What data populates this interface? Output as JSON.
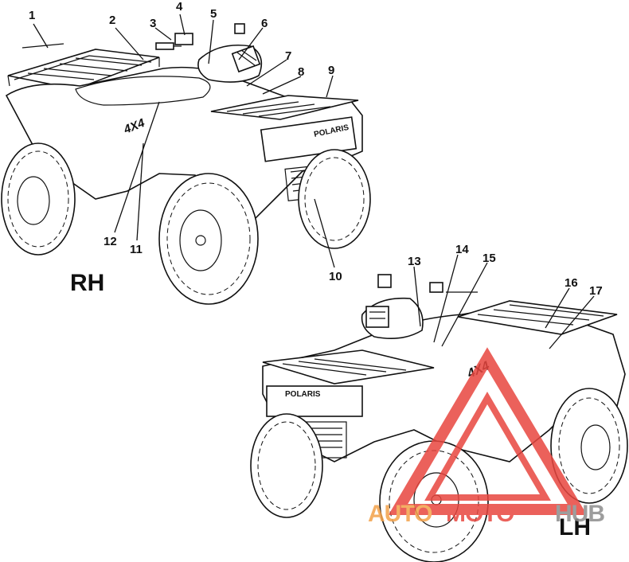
{
  "diagram": {
    "callouts_rh": [
      "1",
      "2",
      "3",
      "4",
      "5",
      "6",
      "7",
      "8",
      "9",
      "10",
      "11",
      "12"
    ],
    "callouts_lh": [
      "13",
      "14",
      "15",
      "16",
      "17"
    ],
    "side_labels": {
      "rh": "RH",
      "lh": "LH"
    },
    "decal_text": {
      "brand": "POLARIS",
      "model_badge": "4X4"
    }
  },
  "watermark": {
    "text_part1": "AUTO",
    "text_part2": "MOTO",
    "text_part3": "HUB",
    "colors": {
      "red": "#e8463f",
      "orange": "#f3a24a",
      "gray": "#8c8c8c"
    }
  }
}
